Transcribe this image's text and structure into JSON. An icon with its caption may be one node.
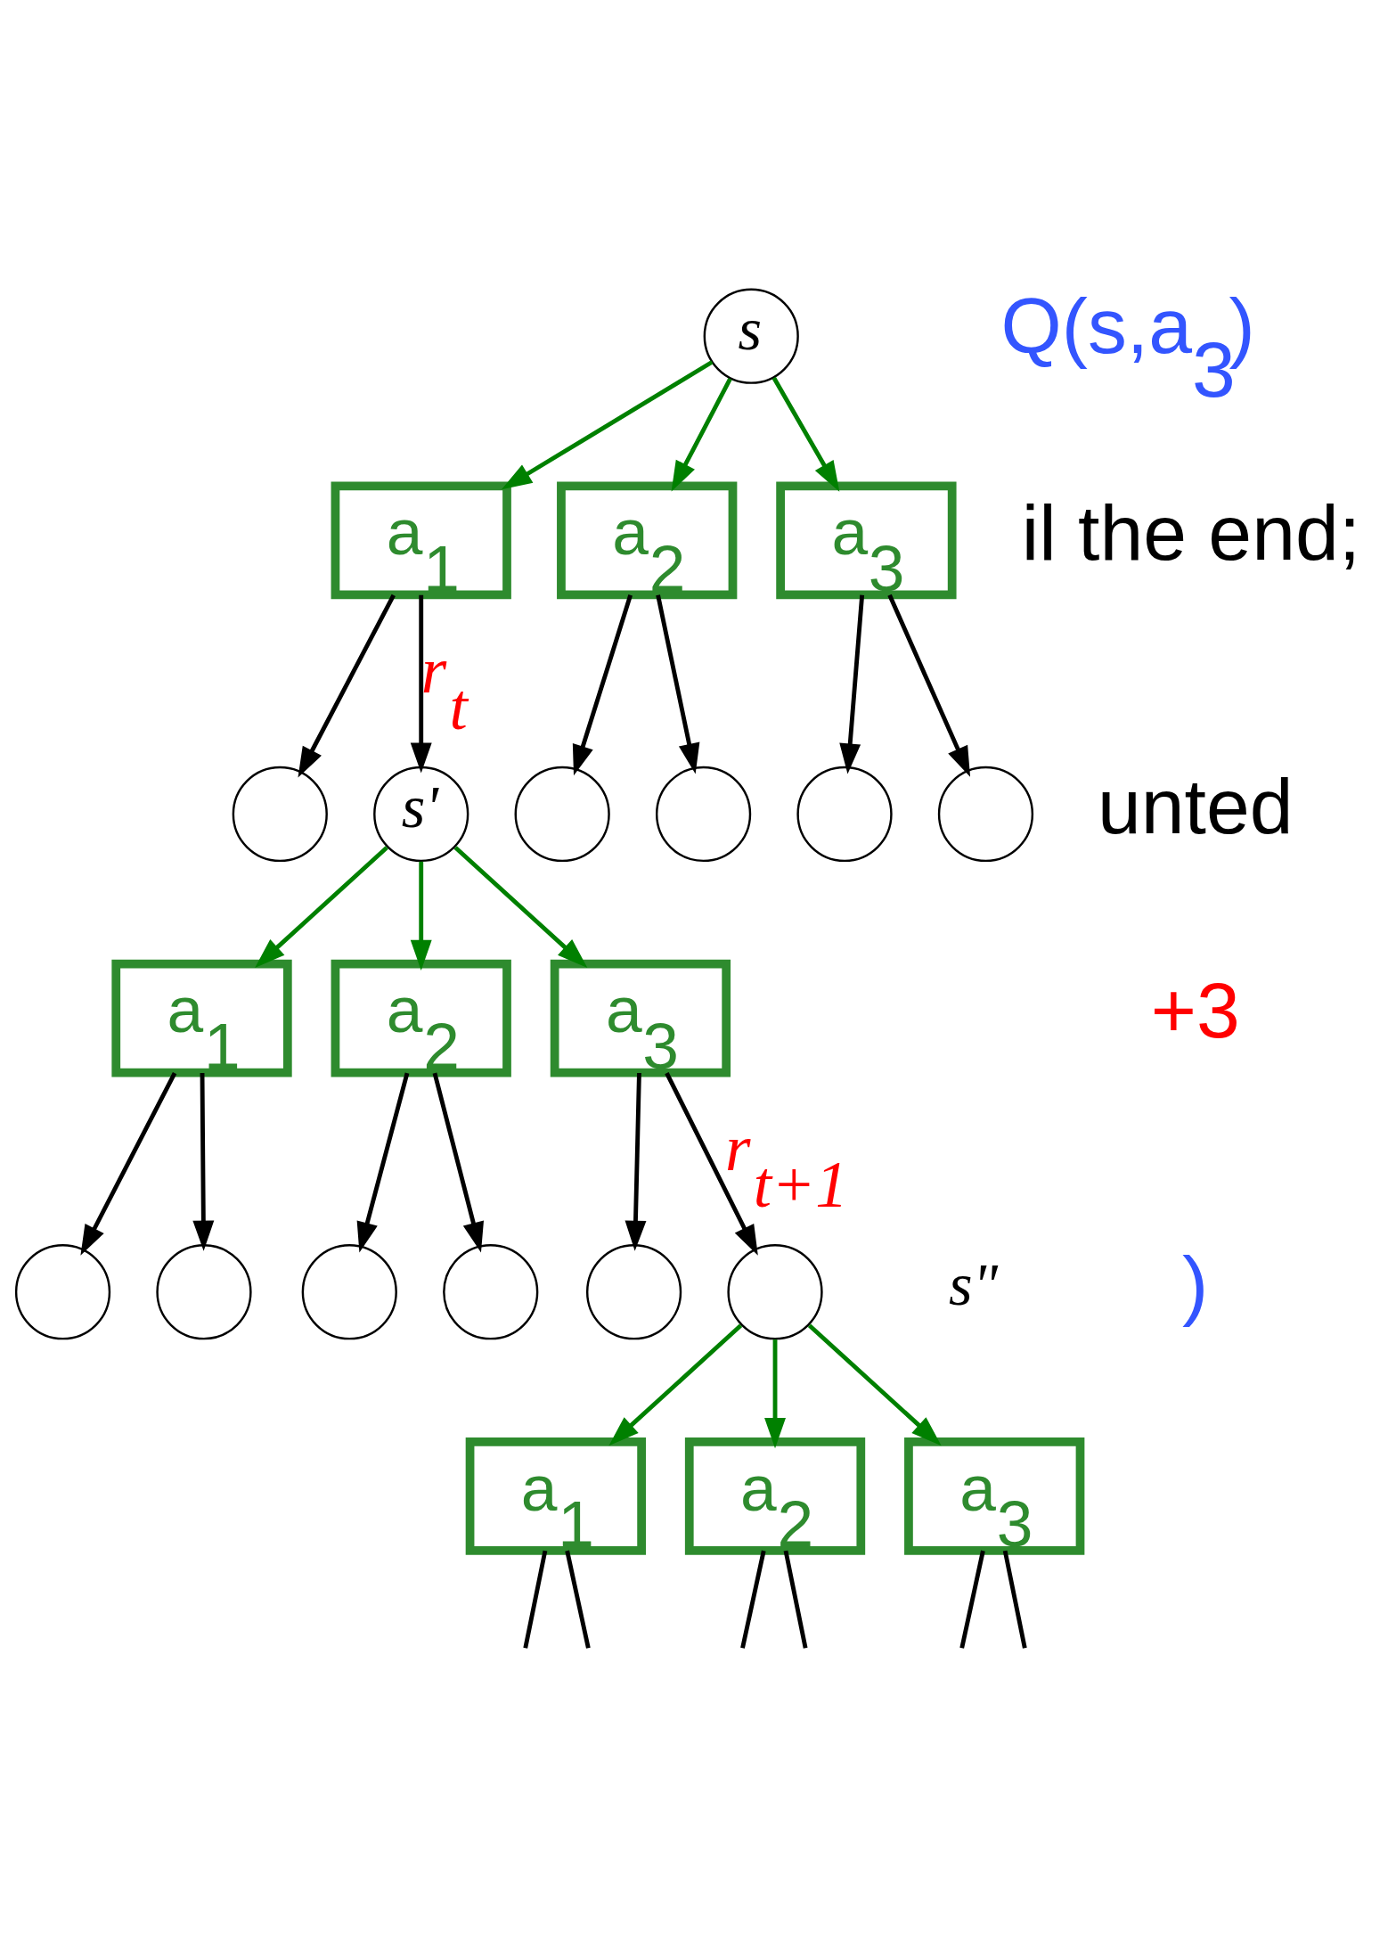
{
  "diagram": {
    "nodes": [
      {
        "text": [
          "s"
        ]
      },
      {
        "text": [
          "a$_{1}$"
        ]
      },
      {
        "text": [
          "a$_{2}$"
        ]
      },
      {
        "text": [
          "a$_{3}$"
        ]
      },
      {
        "text": [],
        "shape": "circle"
      },
      {
        "text": [
          "s'"
        ]
      },
      {
        "text": [],
        "shape": "circle"
      },
      {
        "text": [],
        "shape": "circle"
      },
      {
        "text": [],
        "shape": "circle"
      },
      {
        "text": [],
        "shape": "circle"
      },
      {
        "text": [
          "a$_{1}$"
        ]
      },
      {
        "text": [
          "a$_{2}$"
        ]
      },
      {
        "text": [
          "a$_{3}$"
        ]
      },
      {
        "text": [],
        "shape": "circle"
      },
      {
        "text": [],
        "shape": "circle"
      },
      {
        "text": [],
        "shape": "circle"
      },
      {
        "text": [],
        "shape": "circle"
      },
      {
        "text": [],
        "shape": "circle"
      },
      {
        "text": [],
        "shape": "circle",
        "beside": [
          "s\""
        ]
      },
      {
        "text": [
          "a$_{1}$"
        ]
      },
      {
        "text": [
          "a$_{2}$"
        ]
      },
      {
        "text": [
          "a$_{3}$"
        ]
      }
    ],
    "edges": [
      {
        "from": 0,
        "to": 1,
        "arrow": "to",
        "color": "#008000"
      },
      {
        "from": 0,
        "to": 2,
        "arrow": "to",
        "color": "#008000"
      },
      {
        "from": 0,
        "to": 3,
        "arrow": "to",
        "color": "#008000"
      },
      {
        "from": 1,
        "to": 4,
        "arrow": "to"
      },
      {
        "from": 1,
        "to": 5,
        "arrow": "to",
        "label": "r$_{t}$"
      },
      {
        "from": 2,
        "to": 6,
        "arrow": "to"
      },
      {
        "from": 2,
        "to": 7,
        "arrow": "to"
      },
      {
        "from": 3,
        "to": 8,
        "arrow": "to"
      },
      {
        "from": 3,
        "to": 9,
        "arrow": "to"
      },
      {
        "from": 5,
        "to": 10,
        "arrow": "to",
        "color": "#008000"
      },
      {
        "from": 5,
        "to": 11,
        "arrow": "to",
        "color": "#008000"
      },
      {
        "from": 5,
        "to": 12,
        "arrow": "to",
        "color": "#008000"
      },
      {
        "from": 10,
        "to": 13,
        "arrow": "to"
      },
      {
        "from": 10,
        "to": 14,
        "arrow": "to"
      },
      {
        "from": 11,
        "to": 15,
        "arrow": "to"
      },
      {
        "from": 11,
        "to": 16,
        "arrow": "to"
      },
      {
        "from": 12,
        "to": 17,
        "arrow": "to"
      },
      {
        "from": 12,
        "to": 18,
        "arrow": "to",
        "label": "r$_{t+1}$"
      },
      {
        "from": 18,
        "to": 19,
        "arrow": "to",
        "color": "#008000"
      },
      {
        "from": 18,
        "to": 20,
        "arrow": "to",
        "color": "#008000"
      },
      {
        "from": 18,
        "to": 21,
        "arrow": "to",
        "color": "#008000"
      },
      {
        "from": 19,
        "to": null,
        "arrow": "none"
      },
      {
        "from": 19,
        "to": null,
        "arrow": "none"
      },
      {
        "from": 20,
        "to": null,
        "arrow": "none"
      },
      {
        "from": 20,
        "to": null,
        "arrow": "none"
      },
      {
        "from": 21,
        "to": null,
        "arrow": "none"
      },
      {
        "from": 21,
        "to": null,
        "arrow": "none"
      }
    ],
    "labels": [
      "Q(s,a$_{3}$)",
      "il the end;",
      "unted",
      "+3",
      ")"
    ]
  }
}
